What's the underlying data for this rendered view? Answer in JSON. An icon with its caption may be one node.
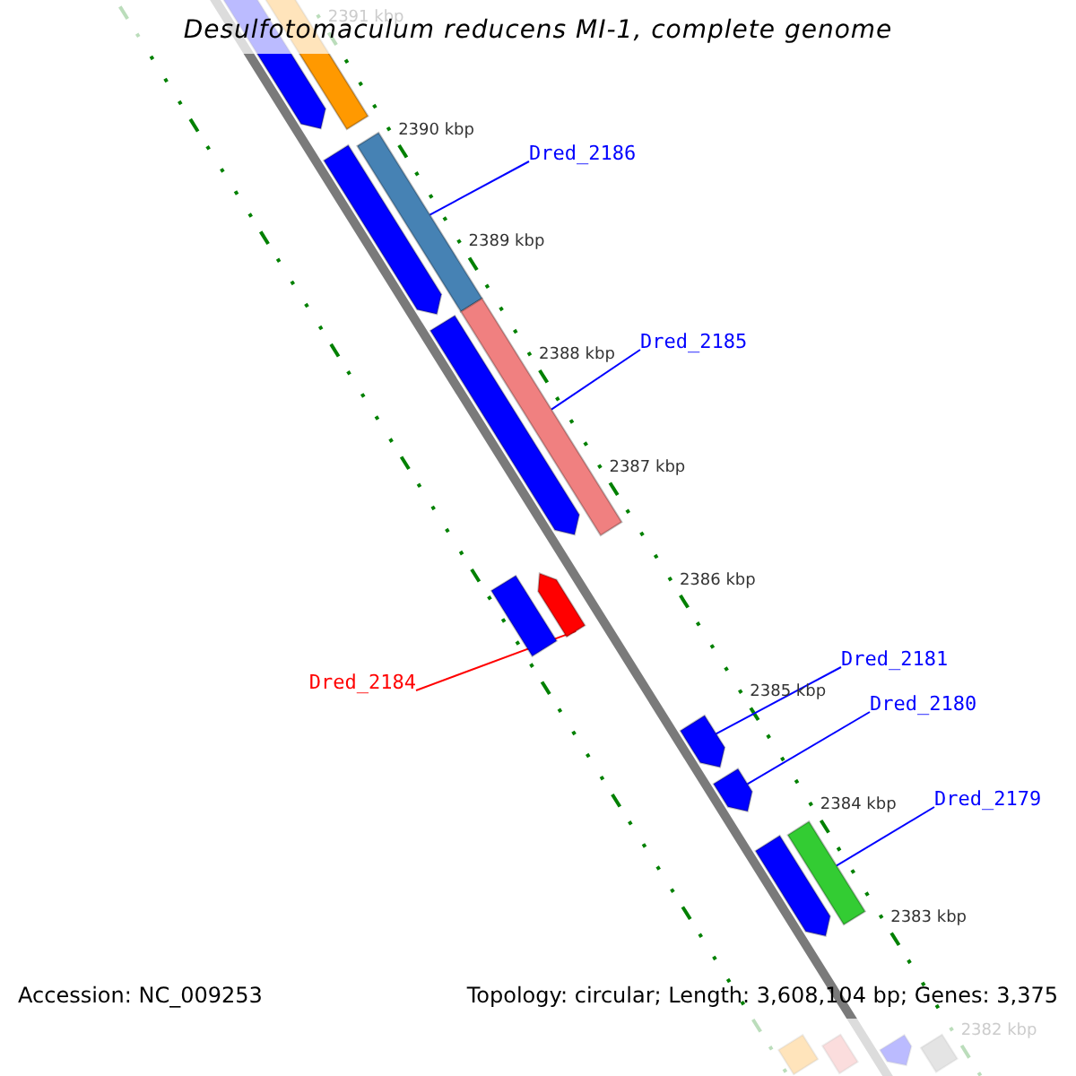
{
  "diagram": {
    "title": "Desulfotomaculum reducens MI-1, complete genome",
    "nodes": [
      {
        "text": [
          "Dred_2186"
        ]
      },
      {
        "text": [],
        "shape": "bar"
      },
      {
        "text": [
          "Dred_2185"
        ]
      },
      {
        "text": [],
        "shape": "bar"
      },
      {
        "text": [
          "Dred_2184"
        ]
      },
      {
        "text": [],
        "shape": "bar"
      },
      {
        "text": [
          "Dred_2181"
        ]
      },
      {
        "text": [],
        "shape": "bar"
      },
      {
        "text": [
          "Dred_2180"
        ]
      },
      {
        "text": [],
        "shape": "bar"
      },
      {
        "text": [
          "Dred_2179"
        ]
      },
      {
        "text": [],
        "shape": "bar"
      },
      {
        "text": [],
        "shape": "bar"
      },
      {
        "text": [],
        "shape": "bar"
      },
      {
        "text": [],
        "shape": "bar"
      },
      {
        "text": [],
        "shape": "bar"
      },
      {
        "text": [],
        "shape": "bar"
      },
      {
        "text": [],
        "shape": "bar"
      },
      {
        "text": [],
        "shape": "bar"
      },
      {
        "text": [],
        "shape": "bar"
      },
      {
        "text": [],
        "shape": "bar"
      },
      {
        "text": [],
        "shape": "bar"
      }
    ],
    "edges": [
      {
        "from": 0,
        "to": 1,
        "arrow": "none",
        "color": "#0000ff"
      },
      {
        "from": 2,
        "to": 3,
        "arrow": "none",
        "color": "#0000ff"
      },
      {
        "from": 4,
        "to": 5,
        "arrow": "none",
        "color": "#ff0000"
      },
      {
        "from": 6,
        "to": 7,
        "arrow": "none",
        "color": "#0000ff"
      },
      {
        "from": 8,
        "to": 9,
        "arrow": "none",
        "color": "#0000ff"
      },
      {
        "from": 10,
        "to": 11,
        "arrow": "none",
        "color": "#0000ff"
      }
    ],
    "labels": [
      "2391 kbp",
      "2390 kbp",
      "2389 kbp",
      "2388 kbp",
      "2387 kbp",
      "2386 kbp",
      "2385 kbp",
      "2384 kbp",
      "2383 kbp",
      "2382 kbp",
      "Accession: NC_009253",
      "Topology: circular; Length: 3,608,104 bp; Genes: 3,375"
    ]
  }
}
